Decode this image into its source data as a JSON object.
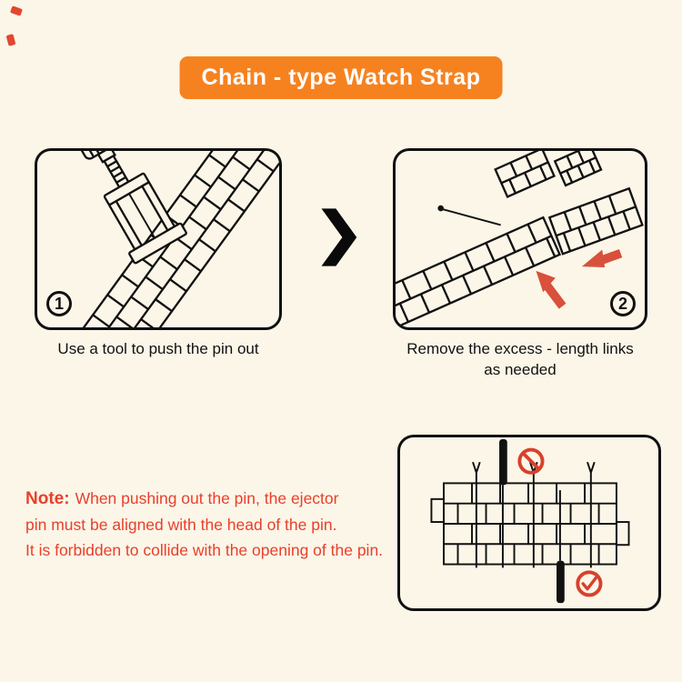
{
  "page": {
    "background": "#FBF6E8"
  },
  "banner": {
    "label": "Chain - type Watch Strap",
    "background": "#F6821F",
    "text_color": "#FFFFFF"
  },
  "steps": [
    {
      "number": "1",
      "caption_lines": [
        "Use a tool to push the pin out"
      ]
    },
    {
      "number": "2",
      "caption_lines": [
        "Remove the excess - length links",
        "as needed"
      ]
    }
  ],
  "note": {
    "label": "Note:",
    "color": "#E8402C",
    "lines": [
      "When pushing out the pin, the ejector",
      "pin must be aligned with the head of the pin.",
      "It is forbidden to collide with the opening of the pin."
    ]
  },
  "icons": {
    "chevron": "next-step-chevron",
    "forbidden": "forbidden-circle-slash",
    "correct": "check-circle"
  },
  "colors": {
    "accent_red": "#D9503C",
    "line": "#111111",
    "cream": "#FBF6E8"
  }
}
